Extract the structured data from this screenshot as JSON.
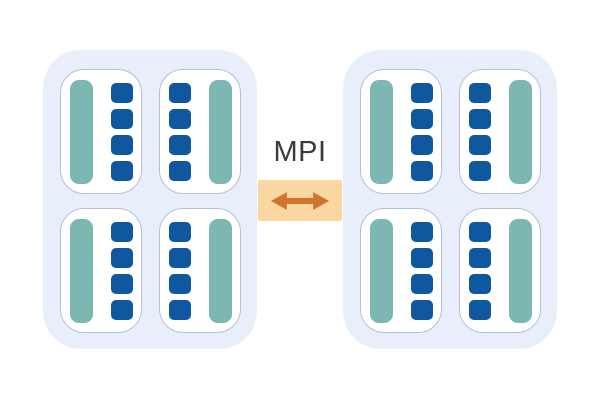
{
  "diagram": {
    "type": "diagram",
    "description": "Two multi-socket compute nodes exchanging messages over MPI",
    "connector": {
      "label": "MPI",
      "icon": "double-headed-arrow-icon"
    },
    "colors": {
      "page_bg": "#ffffff",
      "node_bg": "#e9effa",
      "socket_bg": "#ffffff",
      "socket_border": "#b7bed7",
      "core_teal": "#7db7b1",
      "thread_blue": "#0f58a0",
      "band_bg": "#fbd7a1",
      "arrow_orange": "#d0742e",
      "label_text": "#3a3a3a"
    },
    "nodes": [
      {
        "name": "left-node",
        "sockets": [
          {
            "orientation": "bar-left",
            "threads": 4
          },
          {
            "orientation": "bar-right",
            "threads": 4
          },
          {
            "orientation": "bar-left",
            "threads": 4
          },
          {
            "orientation": "bar-right",
            "threads": 4
          }
        ]
      },
      {
        "name": "right-node",
        "sockets": [
          {
            "orientation": "bar-left",
            "threads": 4
          },
          {
            "orientation": "bar-right",
            "threads": 4
          },
          {
            "orientation": "bar-left",
            "threads": 4
          },
          {
            "orientation": "bar-right",
            "threads": 4
          }
        ]
      }
    ]
  }
}
